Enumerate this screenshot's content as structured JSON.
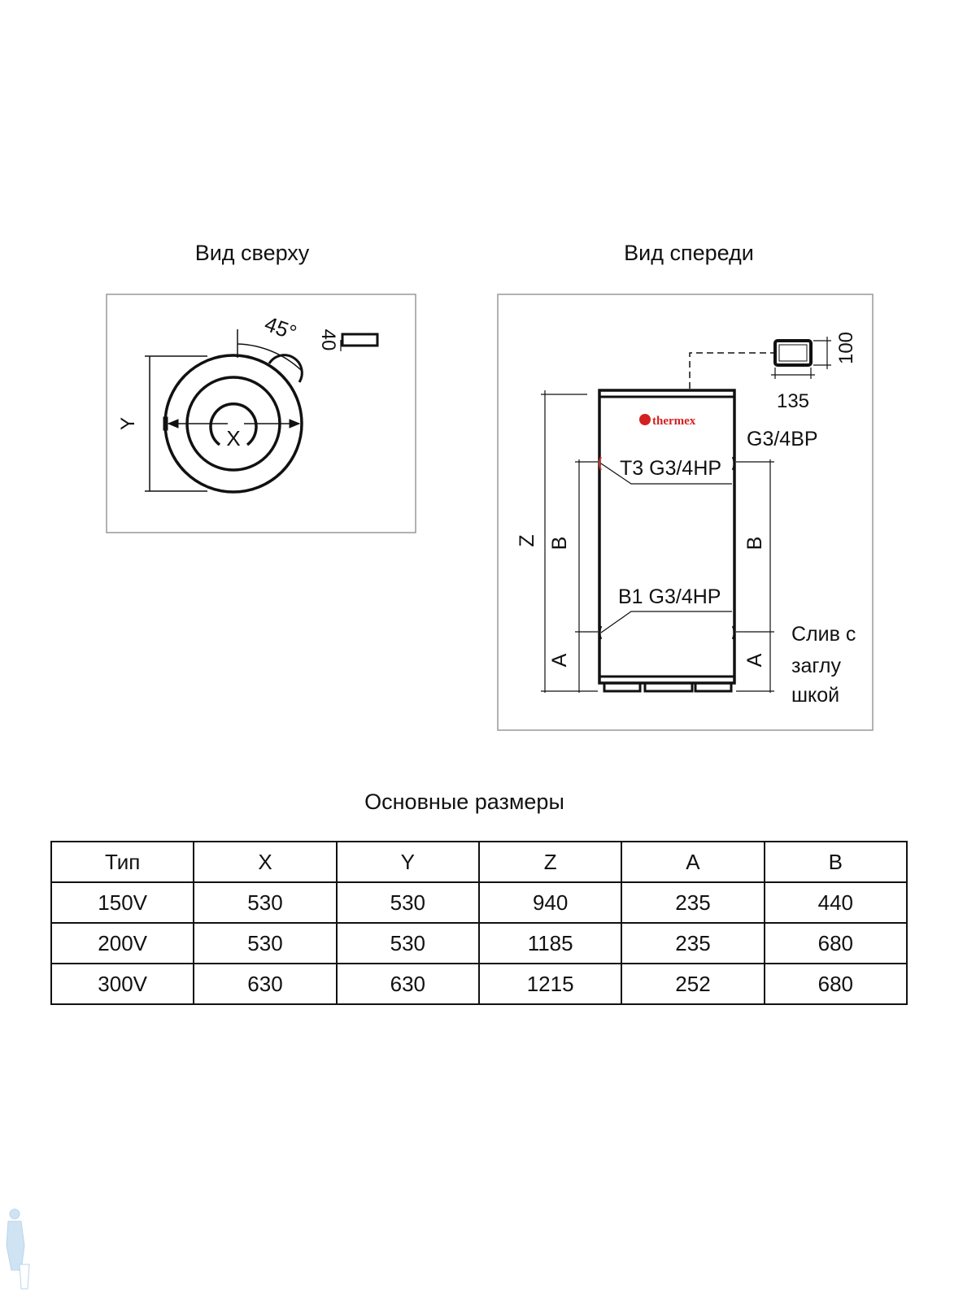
{
  "top_view": {
    "title": "Вид сверху",
    "label_y": "Y",
    "label_x": "X",
    "angle": "45°",
    "dim_40": "40"
  },
  "front_view": {
    "title": "Вид спереди",
    "logo": "thermex",
    "dim_100": "100",
    "dim_135": "135",
    "outlet": "G3/4BP",
    "hot": "T3 G3/4HP",
    "cold": "B1 G3/4HP",
    "drain_line1": "Слив с",
    "drain_line2": "заглу",
    "drain_line3": "шкой",
    "label_z": "Z",
    "label_b": "B",
    "label_a": "A"
  },
  "table": {
    "title": "Основные размеры",
    "headers": [
      "Тип",
      "X",
      "Y",
      "Z",
      "A",
      "B"
    ],
    "rows": [
      [
        "150V",
        "530",
        "530",
        "940",
        "235",
        "440"
      ],
      [
        "200V",
        "530",
        "530",
        "1185",
        "235",
        "680"
      ],
      [
        "300V",
        "630",
        "630",
        "1215",
        "252",
        "680"
      ]
    ]
  }
}
